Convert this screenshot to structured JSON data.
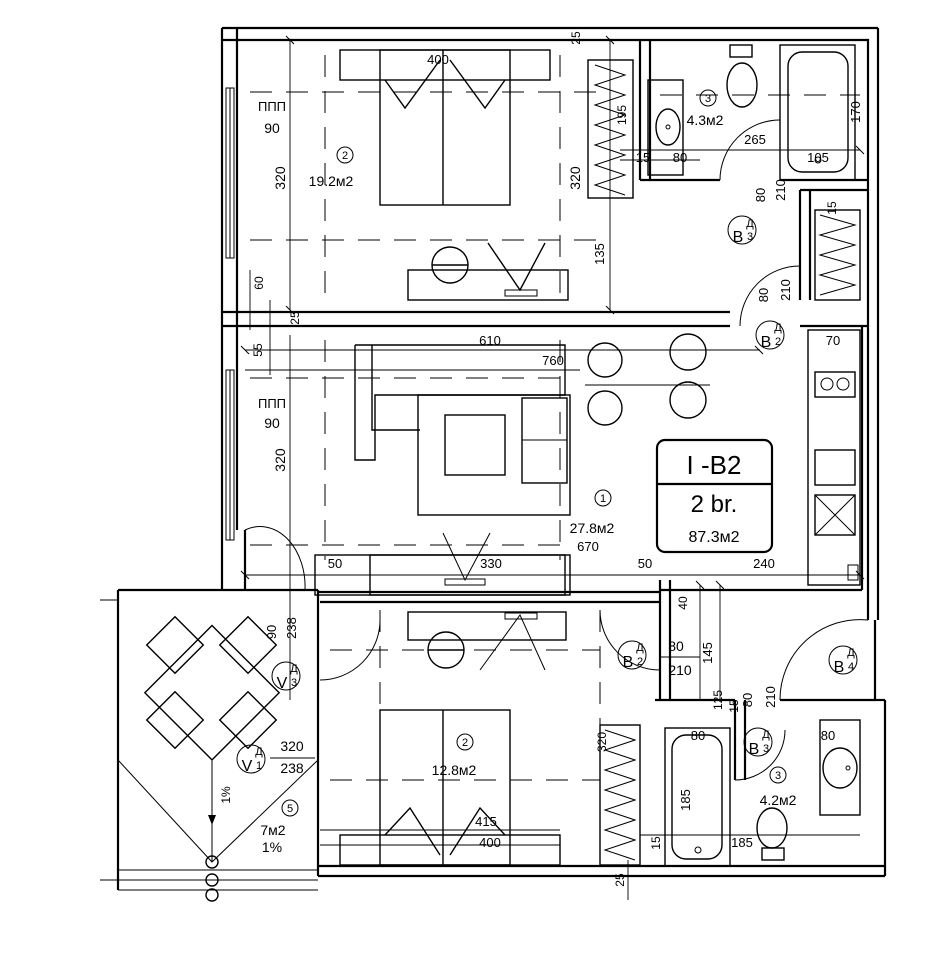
{
  "unit_box": {
    "title": "I -B2",
    "bedrooms": "2 br.",
    "area": "87.3м2"
  },
  "rooms": [
    {
      "num": "1",
      "area": "27.8м2"
    },
    {
      "num": "2",
      "area": "19.2м2"
    },
    {
      "num": "2",
      "area": "12.8м2"
    },
    {
      "num": "3",
      "area": "4.3м2"
    },
    {
      "num": "3",
      "area": "4.2м2"
    },
    {
      "num": "5",
      "area": "7м2"
    }
  ],
  "windows": [
    {
      "label": "ППП",
      "width": "90"
    },
    {
      "label": "ППП",
      "width": "90"
    }
  ],
  "doors": [
    {
      "code": "B",
      "sup": "Д",
      "sub": "3"
    },
    {
      "code": "B",
      "sup": "Д",
      "sub": "2"
    },
    {
      "code": "B",
      "sup": "Д",
      "sub": "2"
    },
    {
      "code": "B",
      "sup": "Д",
      "sub": "3"
    },
    {
      "code": "B",
      "sup": "Д",
      "sub": "4"
    },
    {
      "code": "V",
      "sup": "Д",
      "sub": "3"
    },
    {
      "code": "V",
      "sup": "Д",
      "sub": "1"
    }
  ],
  "door_sizes": {
    "d80": "80",
    "d210": "210",
    "d90": "90",
    "d238": "238",
    "d320": "320"
  },
  "slopes": {
    "s1": "1%",
    "s2": "1%"
  },
  "dims": {
    "d25a": "25",
    "d400a": "400",
    "d320a": "320",
    "d320b": "320",
    "d135": "135",
    "d195": "195",
    "d265": "265",
    "d80a": "80",
    "d15a": "15",
    "d105": "105",
    "d170": "170",
    "d15b": "15",
    "d60": "60",
    "d25b": "25",
    "d55": "55",
    "d610": "610",
    "d760": "760",
    "d70": "70",
    "d320c": "320",
    "d670": "670",
    "d50a": "50",
    "d330": "330",
    "d50b": "50",
    "d240": "240",
    "d40": "40",
    "d145": "145",
    "d125": "125",
    "d15c": "15",
    "d80b": "80",
    "d80c": "80",
    "d320d": "320",
    "d185a": "185",
    "d185b": "185",
    "d415": "415",
    "d400b": "400",
    "d15d": "15",
    "d25c": "25"
  }
}
